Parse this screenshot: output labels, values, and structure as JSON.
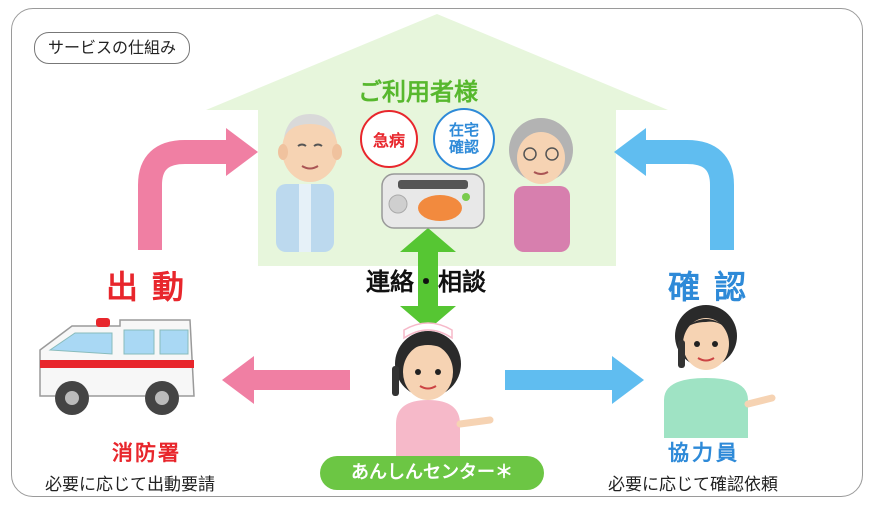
{
  "title_tag": "サービスの仕組み",
  "users": {
    "title": "ご利用者様",
    "emergency_label": "急病",
    "safety_line1": "在宅",
    "safety_line2": "確認"
  },
  "left": {
    "action": "出動",
    "agency": "消防署",
    "note": "必要に応じて出動要請"
  },
  "right": {
    "action": "確認",
    "agency": "協力員",
    "note": "必要に応じて確認依頼"
  },
  "center": {
    "link_label": "連絡・相談",
    "name": "あんしんセンター＊"
  },
  "colors": {
    "house": "#e7f6dc",
    "pink_arrow": "#f07fa3",
    "blue_arrow": "#60bdf0",
    "green_arrow": "#56c633",
    "red_text": "#e8262c",
    "blue_text": "#2e8ad8",
    "green_text": "#57b82e"
  },
  "icons": [
    "elderly-man-icon",
    "elderly-woman-icon",
    "emergency-device-icon",
    "ambulance-icon",
    "operator-icon",
    "volunteer-icon"
  ]
}
